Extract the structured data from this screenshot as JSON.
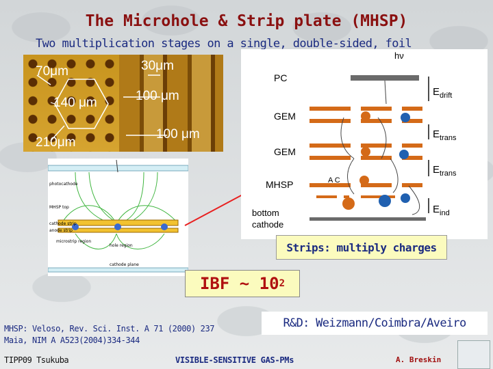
{
  "title": "The Microhole & Strip plate (MHSP)",
  "subtitle": "Two multiplication stages on a single, double-sided, foil",
  "micro": {
    "l70": "70μm",
    "l30": "30μm",
    "l140": "140 μm",
    "l100a": "100 μm",
    "l100b": "100 μm",
    "l210": "210μm"
  },
  "schematic": {
    "photocathode": "photocathode",
    "mhsp_top": "MHSP top",
    "cathode_strip": "cathode strip",
    "anode_strip": "anode strip",
    "microstrip_region": "microstrip region",
    "hole_region": "hole region",
    "cathode_plane": "cathode plane"
  },
  "diagram": {
    "pc": "PC",
    "gem1": "GEM",
    "gem2": "GEM",
    "mhsp": "MHSP",
    "bottom": "bottom",
    "cathode": "cathode",
    "hv": "hν",
    "ac": "A C",
    "e_symbol": "E",
    "drift": "drift",
    "trans": "trans",
    "ind": "ind"
  },
  "callouts": {
    "strips": "Strips: multiply charges",
    "ibf_prefix": "IBF ~ 10",
    "ibf_exp": "2",
    "rd": "R&D: Weizmann/Coimbra/Aveiro"
  },
  "references": [
    "MHSP: Veloso, Rev. Sci. Inst. A 71 (2000) 237",
    "Maia, NIM A A523(2004)334-344"
  ],
  "footer": {
    "left": "TIPP09 Tsukuba",
    "center": "VISIBLE-SENSITIVE GAS-PMs",
    "right": "A. Breskin"
  },
  "colors": {
    "title": "#8a1010",
    "text_blue": "#1a2a80",
    "callout_bg": "#fbfbbe",
    "ibf_text": "#b01010"
  }
}
